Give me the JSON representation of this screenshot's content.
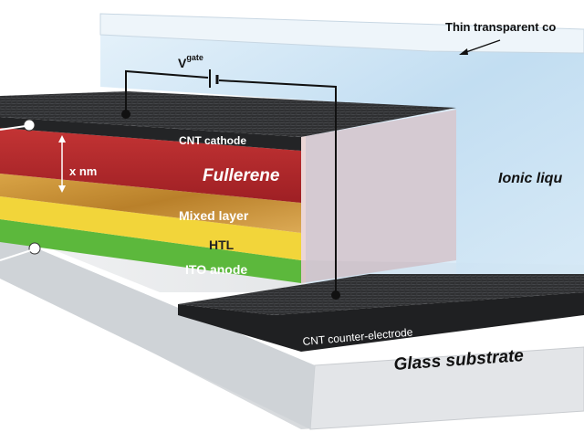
{
  "labels": {
    "thin_cover": "Thin transparent co",
    "vgate_main": "V",
    "vgate_sub": "gate",
    "ionic_liquid": "Ionic liqu",
    "thickness": "x nm",
    "cnt_cathode": "CNT cathode",
    "fullerene": "Fullerene",
    "mixed_layer": "Mixed layer",
    "htl": "HTL",
    "ito_anode": "ITO anode",
    "counter_electrode": "CNT counter-electrode",
    "glass_substrate": "Glass substrate"
  },
  "colors": {
    "cnt": "#2b2b2b",
    "fullerene": "#b3282b",
    "mixed_layer": "#c9922f",
    "htl": "#f2d53a",
    "ito": "#5cb83c",
    "ionic_liquid": "#cfe6f6",
    "glass": "#e6e8ea"
  }
}
